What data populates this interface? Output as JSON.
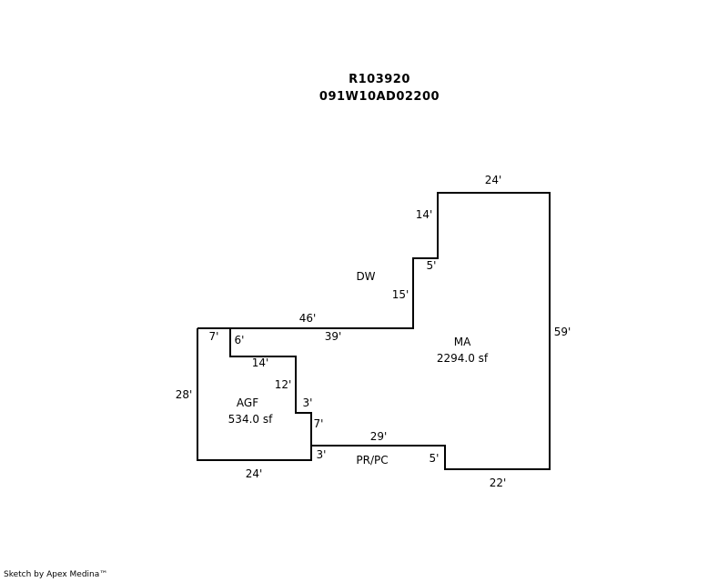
{
  "header": {
    "line1": "R103920",
    "line2": "091W10AD02200"
  },
  "areas": {
    "ma": {
      "name": "MA",
      "size": "2294.0 sf"
    },
    "agf": {
      "name": "AGF",
      "size": "534.0 sf"
    },
    "dw": {
      "name": "DW"
    },
    "prpc": {
      "name": "PR/PC"
    }
  },
  "dimensions": {
    "ma_top": "24'",
    "ma_left_upper": "14'",
    "ma_step": "5'",
    "ma_left_lower": "15'",
    "ma_right": "59'",
    "ma_top_long": "46'",
    "ma_top_inner": "39'",
    "agf_top": "7'",
    "agf_notch_drop": "6'",
    "agf_notch_run": "14'",
    "agf_notch_side": "12'",
    "agf_step_run": "3'",
    "agf_step_drop": "7'",
    "agf_left": "28'",
    "agf_bottom": "24'",
    "agf_bottom_right": "3'",
    "ma_bottom_left": "29'",
    "ma_bottom_step": "5'",
    "ma_bottom": "22'"
  },
  "footer": {
    "credit": "Sketch by Apex Medina™"
  }
}
